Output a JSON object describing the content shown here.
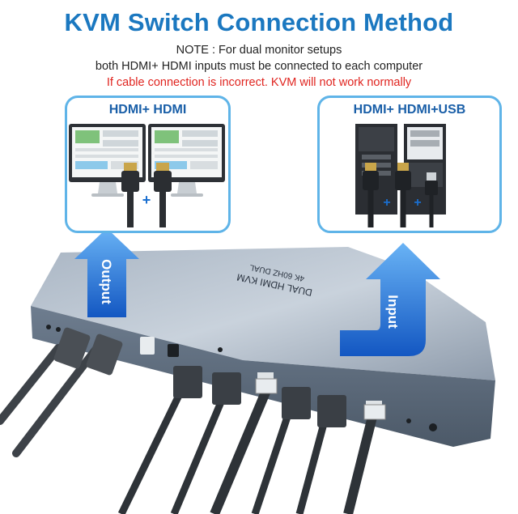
{
  "title": "KVM Switch Connection Method",
  "note_line1": "NOTE : For dual monitor setups",
  "note_line2": "both HDMI+ HDMI inputs must be connected to each computer",
  "warning": "If cable connection is incorrect. KVM will not work normally",
  "left_panel_label": "HDMI+ HDMI",
  "right_panel_label": "HDMI+ HDMI+USB",
  "output_label": "Output",
  "input_label": "Input",
  "device_label_line1": "DUAL HDMI KVM",
  "device_label_line2": "4K 60HZ DUAL",
  "plus_symbol": "+",
  "colors": {
    "title": "#1b78c0",
    "warning": "#e0241f",
    "panel_border": "#5fb4e8",
    "arrow": "#1e6fd0"
  }
}
